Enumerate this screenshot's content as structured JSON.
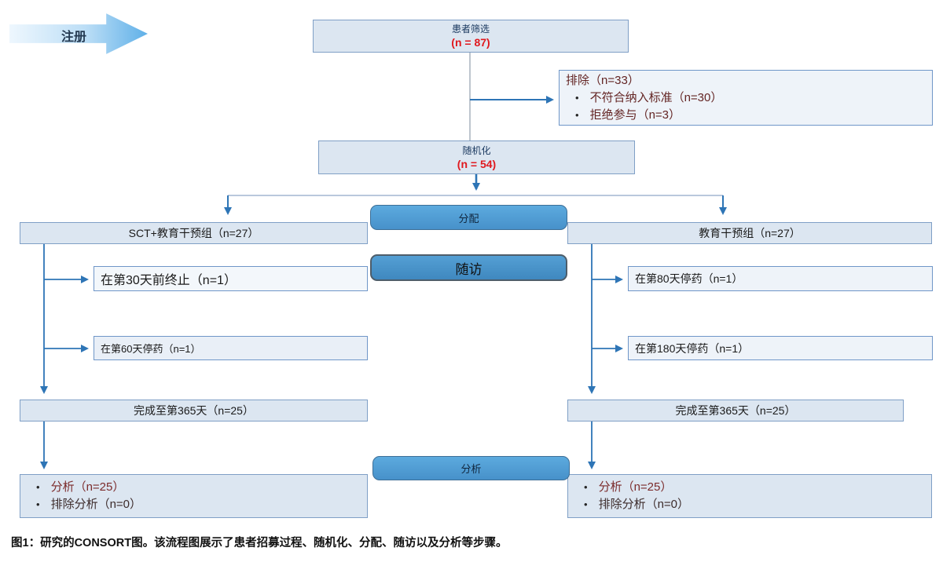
{
  "register": {
    "label": "注册"
  },
  "screening": {
    "title": "患者筛选",
    "n": "(n = 87)"
  },
  "exclusion": {
    "title": "排除（n=33）",
    "items": [
      "不符合纳入标准（n=30）",
      "拒绝参与（n=3）"
    ]
  },
  "randomization": {
    "title": "随机化",
    "n": "(n = 54)"
  },
  "banners": {
    "allocation": "分配",
    "followup": "随访",
    "analysis": "分析"
  },
  "groups": {
    "left": "SCT+教育干预组（n=27）",
    "right": "教育干预组（n=27）"
  },
  "followup_boxes": {
    "left1": "在第30天前终止（n=1）",
    "left2": "在第60天停药（n=1）",
    "right1": "在第80天停药（n=1）",
    "right2": "在第180天停药（n=1）"
  },
  "completion": {
    "left": "完成至第365天（n=25）",
    "right": "完成至第365天（n=25）"
  },
  "analysis_left": {
    "items": [
      "分析（n=25）",
      "排除分析（n=0）"
    ]
  },
  "analysis_right": {
    "items": [
      "分析（n=25）",
      "排除分析（n=0）"
    ]
  },
  "caption": "图1：研究的CONSORT图。该流程图展示了患者招募过程、随机化、分配、随访以及分析等步骤。",
  "colors": {
    "box_fill": "#dce6f1",
    "box_fill_light": "#eef3f9",
    "box_border": "#7f9fc6",
    "banner_blue": "#4791ca",
    "arrow_line_blue": "#2e75b6",
    "red_n": "#e0181e",
    "maroon_text": "#632423",
    "register_arrow_blue": "#5fb0e8"
  }
}
